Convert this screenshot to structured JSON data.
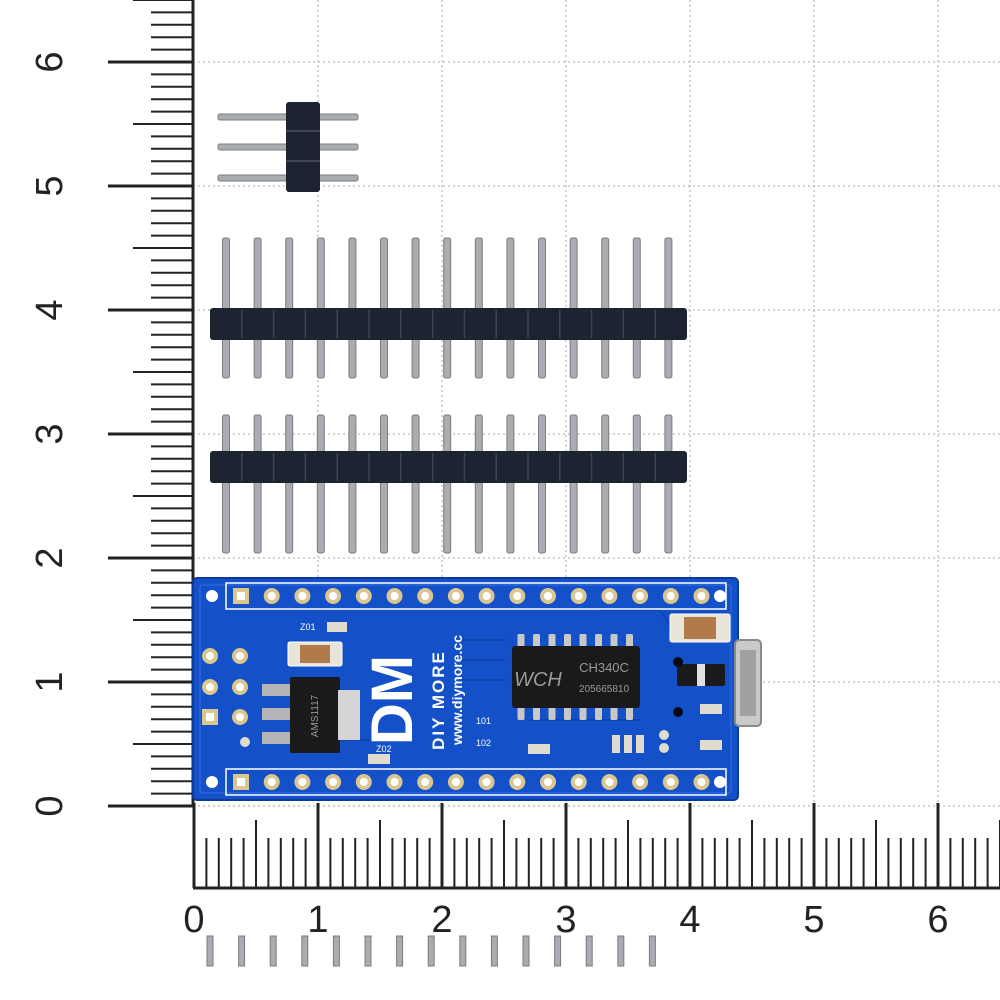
{
  "rulers": {
    "vertical_labels": [
      "0",
      "1",
      "2",
      "3",
      "4",
      "5",
      "6"
    ],
    "horizontal_labels": [
      "0",
      "1",
      "2",
      "3",
      "4",
      "5",
      "6"
    ]
  },
  "board": {
    "logo_text": "DM",
    "brand_text": "DIY MORE",
    "url_text": "www.diymore.cc",
    "chip_label": "CH340C",
    "chip_code": "205665810",
    "chip_logo": "WCH",
    "regulator_label": "AMS1117",
    "silk_labels": [
      "Z01",
      "Z02",
      "101",
      "102"
    ]
  },
  "headers": {
    "short_header_pins": 3,
    "long_header_pins": 15,
    "loose_pins": 15
  },
  "colors": {
    "pcb_blue": "#1450c8",
    "pcb_dark": "#0c3a9c",
    "header_black": "#1b2430",
    "pin_silver": "#a9acb0",
    "pad_gold": "#d9c690",
    "grid_line": "#a8a8a8"
  }
}
